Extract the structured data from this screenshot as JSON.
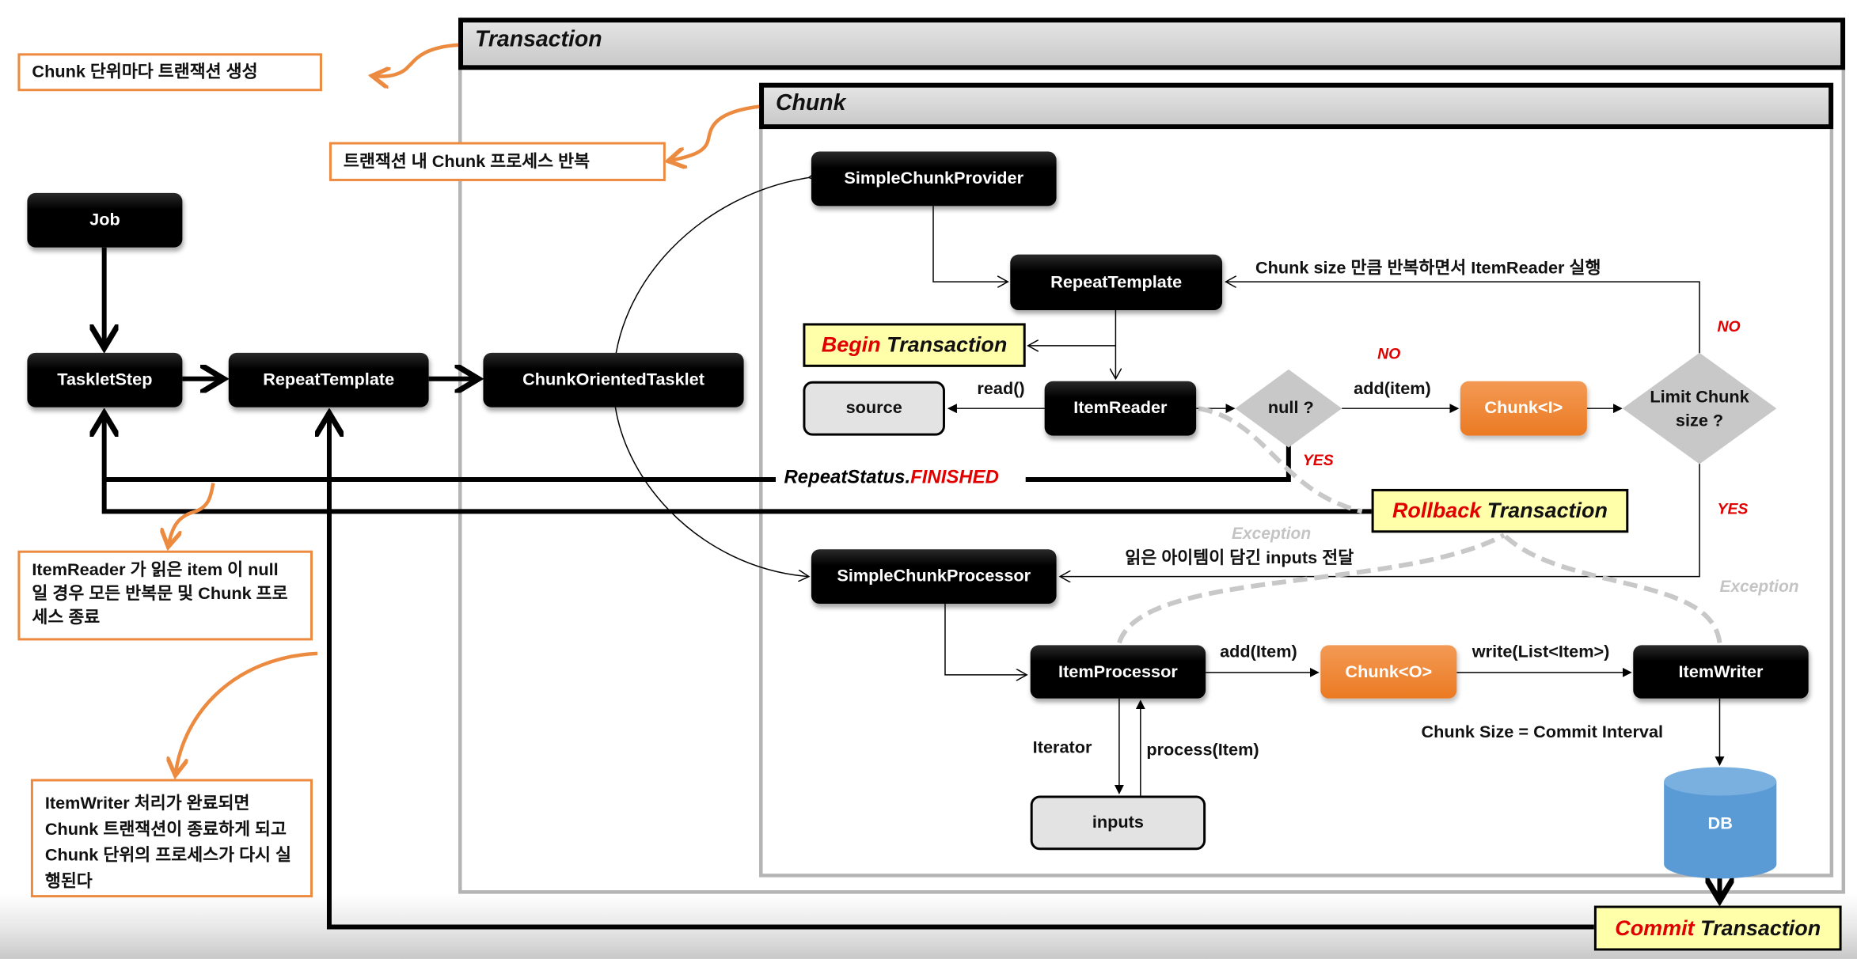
{
  "notes": {
    "transaction_per_chunk": "Chunk 단위마다 트랜잭션 생성",
    "chunk_repeat": "트랜잭션 내 Chunk 프로세스 반복",
    "reader_null": "ItemReader 가 읽은 item 이 null 일 경우 모든 반복문 및 Chunk 프로세스 종료",
    "writer_done": "ItemWriter 처리가 완료되면 Chunk 트랜잭션이 종료하게 되고 Chunk 단위의 프로세스가 다시 실행된다"
  },
  "containers": {
    "transaction": "Transaction",
    "chunk": "Chunk"
  },
  "nodes": {
    "job": "Job",
    "tasklet_step": "TaskletStep",
    "repeat_template_outer": "RepeatTemplate",
    "chunk_oriented_tasklet": "ChunkOrientedTasklet",
    "simple_chunk_provider": "SimpleChunkProvider",
    "repeat_template_inner": "RepeatTemplate",
    "item_reader": "ItemReader",
    "source": "source",
    "null_check": "null ?",
    "chunk_i": "Chunk<I>",
    "limit_check": "Limit Chunk size ?",
    "simple_chunk_processor": "SimpleChunkProcessor",
    "item_processor": "ItemProcessor",
    "chunk_o": "Chunk<O>",
    "item_writer": "ItemWriter",
    "inputs": "inputs",
    "db": "DB"
  },
  "transactions": {
    "begin": {
      "keyword": "Begin",
      "rest": "Transaction"
    },
    "rollback": {
      "keyword": "Rollback",
      "rest": "Transaction"
    },
    "commit": {
      "keyword": "Commit",
      "rest": "Transaction"
    }
  },
  "labels": {
    "repeat_reader": "Chunk size 만큼 반복하면서 ItemReader 실행",
    "read": "read()",
    "add_item": "add(item)",
    "no_1": "NO",
    "no_2": "NO",
    "yes_1": "YES",
    "yes_2": "YES",
    "repeat_status": "RepeatStatus.",
    "finished": "FINISHED",
    "exception_1": "Exception",
    "exception_2": "Exception",
    "pass_inputs": "읽은 아이템이 담긴 inputs 전달",
    "add_item_o": "add(Item)",
    "write_list": "write(List<Item>)",
    "commit_interval": "Chunk Size = Commit Interval",
    "iterator": "Iterator",
    "process_item": "process(Item)"
  },
  "colors": {
    "accent_orange": "#ec8a40",
    "highlight_yellow": "#ffffaa",
    "keyword_red": "#e00000",
    "db_blue": "#5b9bd5"
  }
}
